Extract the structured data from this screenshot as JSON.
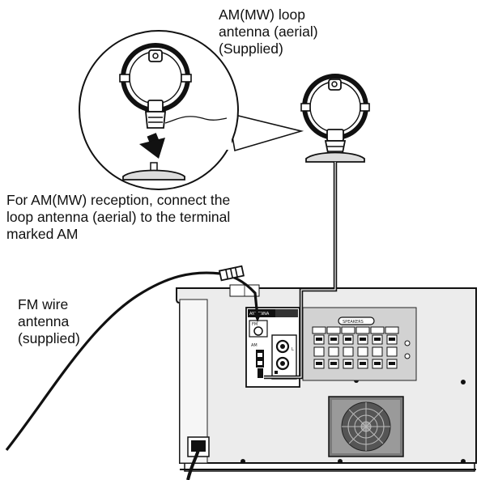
{
  "labels": {
    "am_antenna": [
      "AM(MW) loop",
      "antenna (aerial)",
      "(Supplied)"
    ],
    "am_instruction": [
      "For AM(MW) reception, connect the",
      "loop antenna (aerial) to the terminal",
      "marked AM"
    ],
    "fm_antenna": [
      "FM wire",
      "antenna",
      "(supplied)"
    ]
  },
  "panel_text": {
    "antenna": "ANTENNA",
    "fm": "FM",
    "am": "AM",
    "speakers": "SPEAKERS",
    "l": "L"
  }
}
